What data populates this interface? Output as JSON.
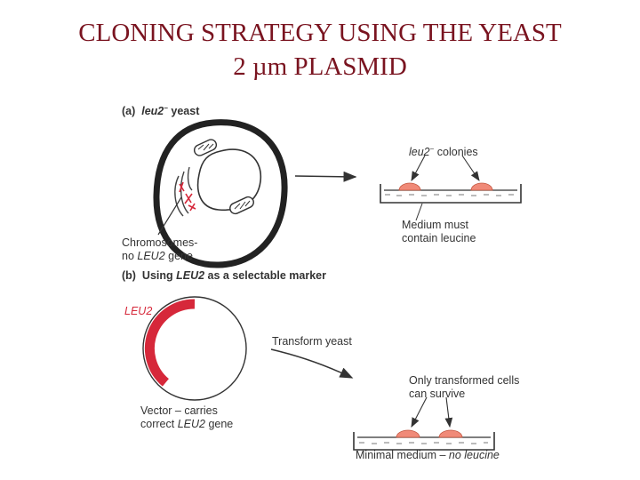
{
  "title": {
    "line1": "CLONING STRATEGY USING THE YEAST",
    "line2": "2 µm PLASMID"
  },
  "panel_a": {
    "heading_letter": "(a)",
    "heading_gene": "leu2",
    "heading_sup": "−",
    "heading_rest": "yeast",
    "chrom_line1": "Chromosomes-",
    "chrom_line2_pre": "no ",
    "chrom_line2_gene": "LEU2",
    "chrom_line2_post": " gene",
    "colonies_gene": "leu2",
    "colonies_sup": "−",
    "colonies_rest": " colonies",
    "medium_line1": "Medium must",
    "medium_line2": "contain leucine"
  },
  "panel_b": {
    "heading_letter": "(b)",
    "heading_pre": "Using ",
    "heading_gene": "LEU2",
    "heading_post": " as a selectable marker",
    "plasmid_gene": "LEU2",
    "transform": "Transform yeast",
    "vector_line1": "Vector – carries",
    "vector_line2_pre": "correct ",
    "vector_line2_gene": "LEU2",
    "vector_line2_post": " gene",
    "only_line1": "Only transformed cells",
    "only_line2": "can survive",
    "minimal_pre": "Minimal medium – ",
    "minimal_em": "no leucine"
  },
  "colors": {
    "title": "#7a1420",
    "marker": "#d6283a",
    "colony": "#f08a78"
  }
}
